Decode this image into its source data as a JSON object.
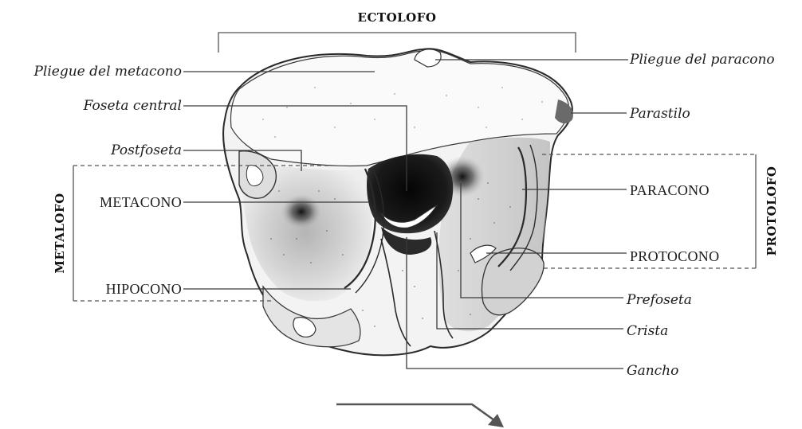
{
  "groups": {
    "ectolofo": "ECTOLOFO",
    "metalofo": "METALOFO",
    "protolofo": "PROTOLOFO"
  },
  "labels_left": {
    "pliegue_metacono": "Pliegue del metacono",
    "foseta_central": "Foseta central",
    "postfoseta": "Postfoseta",
    "metacono": "METACONO",
    "hipocono": "HIPOCONO"
  },
  "labels_right": {
    "pliegue_paracono": "Pliegue del paracono",
    "parastilo": "Parastilo",
    "paracono": "PARACONO",
    "protocono": "PROTOCONO",
    "prefoseta": "Prefoseta",
    "crista": "Crista",
    "gancho": "Gancho"
  },
  "colors": {
    "ink": "#1c1c1c",
    "leader": "#3a3a3a",
    "tooth_fill": "#f2f2f2",
    "fossa_dark": "#151515",
    "arrow": "#555555"
  }
}
